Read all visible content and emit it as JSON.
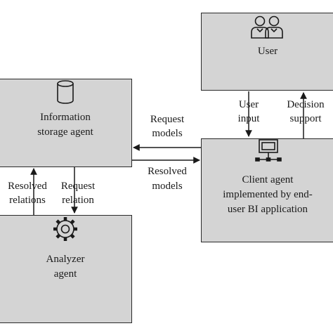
{
  "boxes": {
    "user": {
      "label": "User",
      "icon": "users-icon"
    },
    "storage": {
      "label_line1": "Information",
      "label_line2": "storage agent",
      "icon": "database-icon"
    },
    "client": {
      "label_line1": "Client agent",
      "label_line2": "implemented by end-",
      "label_line3": "user BI application",
      "icon": "network-computer-icon"
    },
    "analyzer": {
      "label_line1": "Analyzer",
      "label_line2": "agent",
      "icon": "gear-icon"
    }
  },
  "edges": {
    "user_input": {
      "line1": "User",
      "line2": "input"
    },
    "decision_support": {
      "line1": "Decision",
      "line2": "support"
    },
    "request_models": {
      "line1": "Request",
      "line2": "models"
    },
    "resolved_models": {
      "line1": "Resolved",
      "line2": "models"
    },
    "resolved_relations": {
      "line1": "Resolved",
      "line2": "relations"
    },
    "request_relation": {
      "line1": "Request",
      "line2": "relation"
    }
  },
  "colors": {
    "box_fill": "#d4d4d4",
    "stroke": "#2a2a2a"
  }
}
